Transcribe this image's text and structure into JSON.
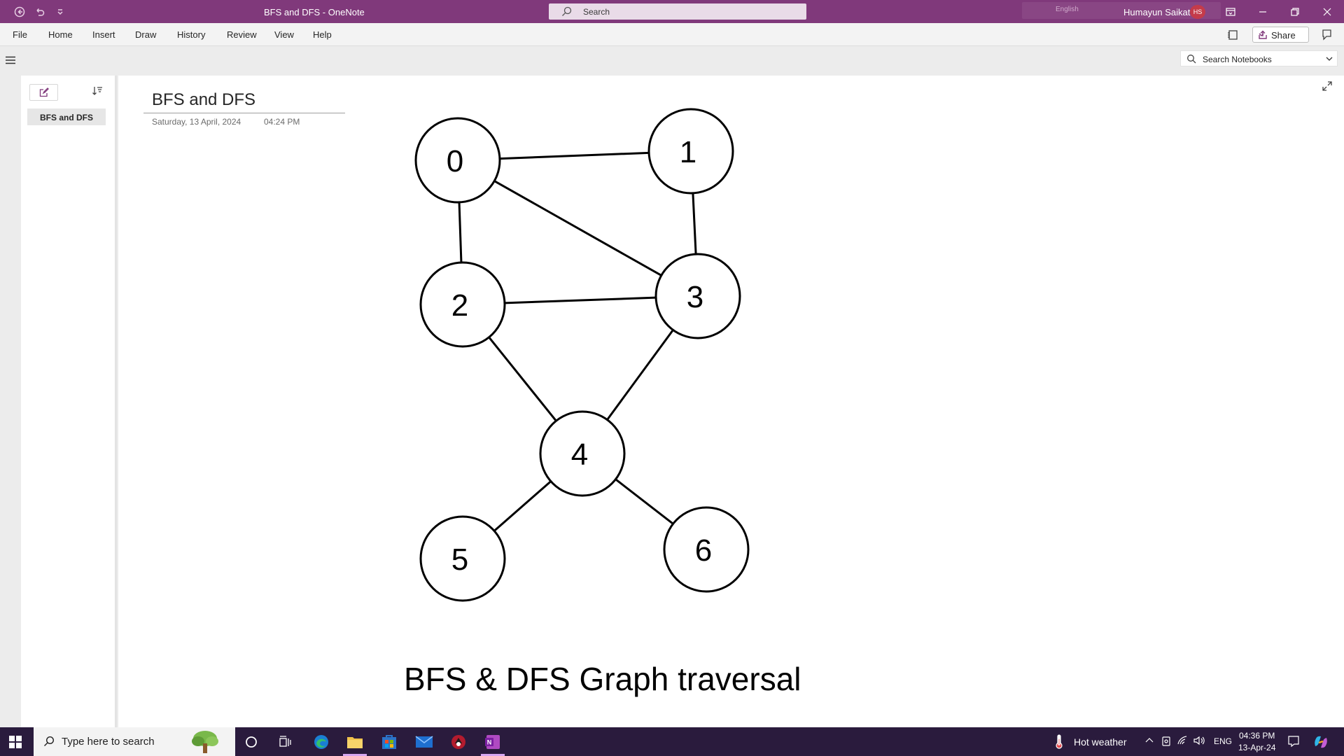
{
  "titlebar": {
    "doc_title": "BFS and DFS  -  OneNote",
    "search_placeholder": "Search",
    "ghost_lang": "English",
    "user_name": "Humayun Saikat",
    "user_initials": "HS"
  },
  "ribbon": {
    "menus": [
      "File",
      "Home",
      "Insert",
      "Draw",
      "History",
      "Review",
      "View",
      "Help"
    ],
    "share_label": "Share"
  },
  "notebook_search": {
    "placeholder": "Search Notebooks"
  },
  "pages": {
    "items": [
      {
        "label": "BFS and DFS",
        "selected": true
      }
    ]
  },
  "page": {
    "title": "BFS and DFS",
    "date": "Saturday, 13 April, 2024",
    "time": "04:24 PM",
    "caption": "BFS & DFS Graph traversal"
  },
  "graph": {
    "nodes": [
      {
        "id": "0",
        "label": "0"
      },
      {
        "id": "1",
        "label": "1"
      },
      {
        "id": "2",
        "label": "2"
      },
      {
        "id": "3",
        "label": "3"
      },
      {
        "id": "4",
        "label": "4"
      },
      {
        "id": "5",
        "label": "5"
      },
      {
        "id": "6",
        "label": "6"
      }
    ],
    "edges": [
      [
        "0",
        "1"
      ],
      [
        "0",
        "2"
      ],
      [
        "0",
        "3"
      ],
      [
        "1",
        "3"
      ],
      [
        "2",
        "3"
      ],
      [
        "2",
        "4"
      ],
      [
        "3",
        "4"
      ],
      [
        "4",
        "5"
      ],
      [
        "4",
        "6"
      ]
    ]
  },
  "taskbar": {
    "search_placeholder": "Type here to search",
    "weather": "Hot weather",
    "lang": "ENG",
    "time": "04:36 PM",
    "date": "13-Apr-24"
  },
  "colors": {
    "titlebar": "#80397b",
    "taskbar": "#2a1b3d",
    "accent": "#80397b"
  }
}
